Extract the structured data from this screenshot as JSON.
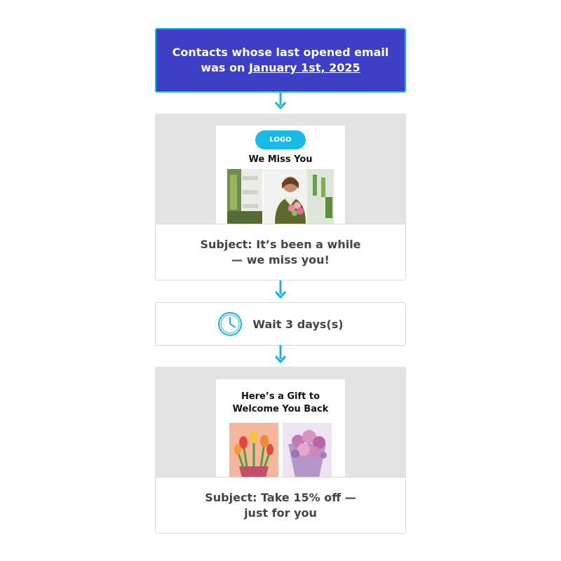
{
  "trigger": {
    "line1": "Contacts whose last opened email",
    "line2_prefix": "was on ",
    "line2_date": "January 1st, 2025"
  },
  "email1": {
    "logo_label": "LOGO",
    "preview_title": "We Miss You",
    "subject_line1": "Subject: It’s been a while",
    "subject_line2": "— we miss you!"
  },
  "wait": {
    "icon": "clock-icon",
    "label": "Wait 3 days(s)"
  },
  "email2": {
    "preview_title_line1": "Here’s a Gift to",
    "preview_title_line2": "Welcome You Back",
    "subject_line1": "Subject: Take 15% off —",
    "subject_line2": "just for you"
  },
  "colors": {
    "trigger_bg": "#3d3fc6",
    "accent": "#14b4e6",
    "block_bg": "#e3e3e3",
    "text": "#444444"
  }
}
